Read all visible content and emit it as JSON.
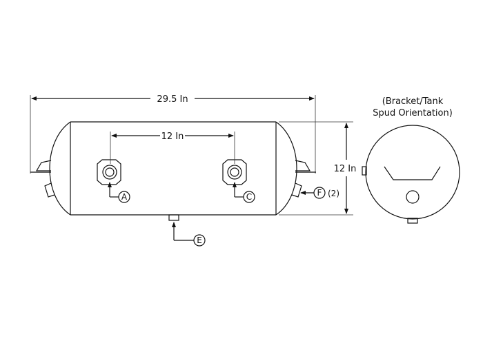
{
  "drawing": {
    "length_label": "29.5 In",
    "spacing_label": "12 In",
    "diameter_label": "12 In",
    "end_view_title_line1": "(Bracket/Tank",
    "end_view_title_line2": "Spud Orientation)",
    "port_a": "A",
    "port_c": "C",
    "port_e": "E",
    "port_f": "F",
    "port_f_qty": "(2)"
  }
}
